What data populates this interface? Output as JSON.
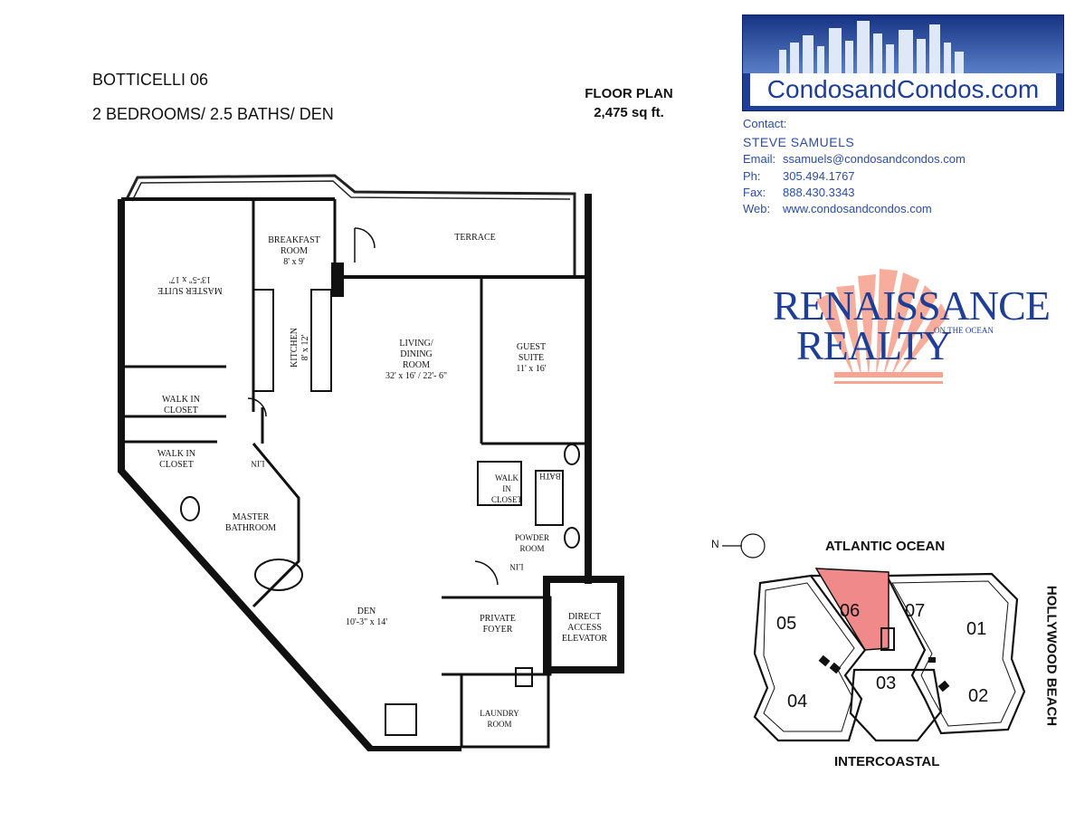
{
  "header": {
    "unit_name": "BOTTICELLI 06",
    "unit_specs": "2 BEDROOMS/ 2.5 BATHS/ DEN",
    "floor_plan_label": "FLOOR PLAN",
    "area": "2,475 sq ft."
  },
  "banner": {
    "site_name": "CondosandCondos.com"
  },
  "contact": {
    "label": "Contact:",
    "name": "STEVE SAMUELS",
    "email_label": "Email:",
    "email": "ssamuels@condosandcondos.com",
    "phone_label": "Ph:",
    "phone": "305.494.1767",
    "fax_label": "Fax:",
    "fax": "888.430.3343",
    "web_label": "Web:",
    "web": "www.condosandcondos.com"
  },
  "logo": {
    "line1": "RENAISSANCE",
    "line2": "REALTY",
    "tagline": "ON THE OCEAN",
    "shell_color": "#f7a592"
  },
  "floorplan": {
    "rooms": {
      "breakfast_name": "BREAKFAST\nROOM",
      "breakfast_dim": "8' x 9'",
      "terrace": "TERRACE",
      "master_name": "MASTER SUITE",
      "master_dim": "13'-5\" x 17'",
      "kitchen_name": "KITCHEN",
      "kitchen_dim": "8' x 12'",
      "living_name": "LIVING/\nDINING\nROOM",
      "living_dim": "32' x 16' / 22'- 6\"",
      "guest_name": "GUEST\nSUITE",
      "guest_dim": "11' x 16'",
      "walkin1": "WALK IN\nCLOSET",
      "walkin2": "WALK IN\nCLOSET",
      "walkin3": "WALK\nIN\nCLOSET",
      "master_bath": "MASTER\nBATHROOM",
      "bath": "BATH",
      "powder": "POWDER\nROOM",
      "lin1": "LIN",
      "lin2": "LIN",
      "den_name": "DEN",
      "den_dim": "10'-3\" x 14'",
      "foyer": "PRIVATE\nFOYER",
      "elevator": "DIRECT\nACCESS\nELEVATOR",
      "laundry": "LAUNDRY\nROOM"
    }
  },
  "site_map": {
    "north_label": "N",
    "top_label": "ATLANTIC OCEAN",
    "bottom_label": "INTERCOASTAL",
    "side_label": "HOLLYWOOD BEACH",
    "highlight_color": "#f08a8a",
    "units": [
      "05",
      "06",
      "07",
      "01",
      "04",
      "03",
      "02"
    ]
  }
}
